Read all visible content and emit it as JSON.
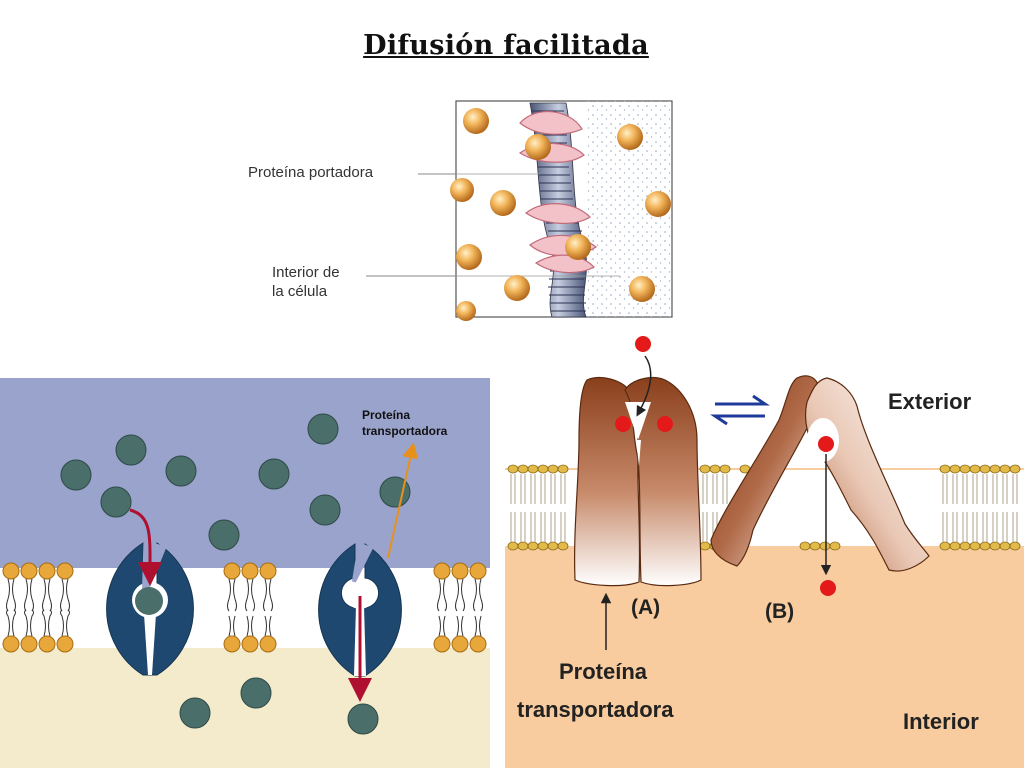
{
  "title": "Difusión facilitada",
  "panel_top": {
    "label_carrier": "Proteína portadora",
    "label_interior_line1": "Interior de",
    "label_interior_line2": "la célula"
  },
  "panel_left": {
    "label_line1": "Proteína",
    "label_line2": "transportadora"
  },
  "panel_right": {
    "exterior": "Exterior",
    "interior": "Interior",
    "state_a": "(A)",
    "state_b": "(B)",
    "label_line1": "Proteína",
    "label_line2": "transportadora"
  },
  "colors": {
    "molecule_orange": "#e8a040",
    "molecule_teal": "#4a6e6a",
    "protein_navy": "#1f4870",
    "solute_red": "#e41a1a",
    "exterior_blue": "#9aa3cc",
    "interior_cream": "#f4ebcc",
    "interior_peach": "#f8cc9e",
    "equilibrium_arrow": "#1e3a9a",
    "pointer_arrow_orange": "#e8901c",
    "movement_arrow_red": "#b01030"
  }
}
